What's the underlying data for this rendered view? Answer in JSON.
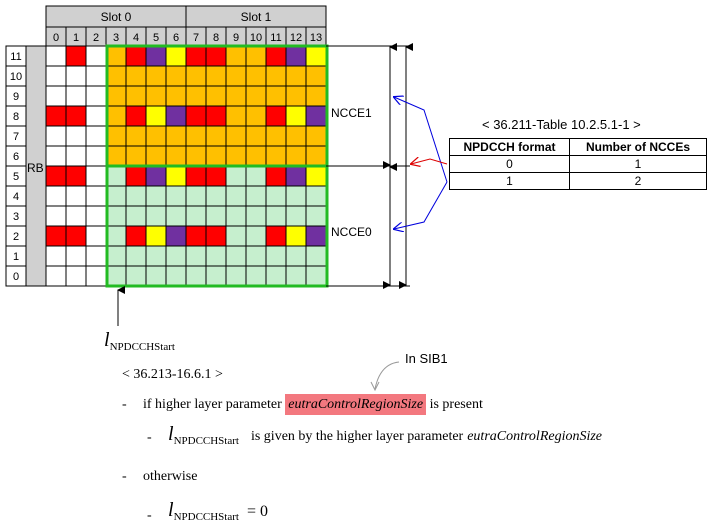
{
  "slots": [
    "Slot 0",
    "Slot 1"
  ],
  "symbols": [
    "0",
    "1",
    "2",
    "3",
    "4",
    "5",
    "6",
    "7",
    "8",
    "9",
    "10",
    "11",
    "12",
    "13"
  ],
  "rb_label": "RB",
  "rbs": [
    "11",
    "10",
    "9",
    "8",
    "7",
    "6",
    "5",
    "4",
    "3",
    "2",
    "1",
    "0"
  ],
  "colors": {
    "white": "#ffffff",
    "red": "#ff0000",
    "orange": "#ffc000",
    "purple": "#7030a0",
    "yellow": "#ffff00",
    "green": "#c6efce",
    "header_gray": "#d0d0d0",
    "frame_green": "#22bb22",
    "arrow_blue": "#0000dd",
    "arrow_red": "#dd0000",
    "highlight": "#f3787f"
  },
  "grid": [
    [
      "white",
      "red",
      "white",
      "orange",
      "red",
      "purple",
      "yellow",
      "red",
      "red",
      "orange",
      "orange",
      "red",
      "purple",
      "yellow"
    ],
    [
      "white",
      "white",
      "white",
      "orange",
      "orange",
      "orange",
      "orange",
      "orange",
      "orange",
      "orange",
      "orange",
      "orange",
      "orange",
      "orange"
    ],
    [
      "white",
      "white",
      "white",
      "orange",
      "orange",
      "orange",
      "orange",
      "orange",
      "orange",
      "orange",
      "orange",
      "orange",
      "orange",
      "orange"
    ],
    [
      "red",
      "red",
      "white",
      "orange",
      "red",
      "yellow",
      "purple",
      "red",
      "red",
      "orange",
      "orange",
      "red",
      "yellow",
      "purple"
    ],
    [
      "white",
      "white",
      "white",
      "orange",
      "orange",
      "orange",
      "orange",
      "orange",
      "orange",
      "orange",
      "orange",
      "orange",
      "orange",
      "orange"
    ],
    [
      "white",
      "white",
      "white",
      "orange",
      "orange",
      "orange",
      "orange",
      "orange",
      "orange",
      "orange",
      "orange",
      "orange",
      "orange",
      "orange"
    ],
    [
      "red",
      "red",
      "white",
      "green",
      "red",
      "purple",
      "yellow",
      "red",
      "red",
      "green",
      "green",
      "red",
      "purple",
      "yellow"
    ],
    [
      "white",
      "white",
      "white",
      "green",
      "green",
      "green",
      "green",
      "green",
      "green",
      "green",
      "green",
      "green",
      "green",
      "green"
    ],
    [
      "white",
      "white",
      "white",
      "green",
      "green",
      "green",
      "green",
      "green",
      "green",
      "green",
      "green",
      "green",
      "green",
      "green"
    ],
    [
      "red",
      "red",
      "white",
      "green",
      "red",
      "yellow",
      "purple",
      "red",
      "red",
      "green",
      "green",
      "red",
      "yellow",
      "purple"
    ],
    [
      "white",
      "white",
      "white",
      "green",
      "green",
      "green",
      "green",
      "green",
      "green",
      "green",
      "green",
      "green",
      "green",
      "green"
    ],
    [
      "white",
      "white",
      "white",
      "green",
      "green",
      "green",
      "green",
      "green",
      "green",
      "green",
      "green",
      "green",
      "green",
      "green"
    ]
  ],
  "ncce_labels": [
    "NCCE1",
    "NCCE0"
  ],
  "table": {
    "caption": "< 36.211-Table 10.2.5.1-1 >",
    "headers": [
      "NPDCCH format",
      "Number of NCCEs"
    ],
    "rows": [
      [
        "0",
        "1"
      ],
      [
        "1",
        "2"
      ]
    ]
  },
  "lstart": {
    "l": "l",
    "sub": "NPDCCHStart"
  },
  "spec": {
    "in_sib1": "In SIB1",
    "caption": "< 36.213-16.6.1 >",
    "bullet": "-",
    "line1_pre": "if higher layer parameter",
    "line1_param": "eutraControlRegionSize",
    "line1_post": "is present",
    "line2_text": "is given by the higher layer parameter",
    "line2_param": "eutraControlRegionSize",
    "otherwise": "otherwise",
    "eq": "= 0"
  }
}
